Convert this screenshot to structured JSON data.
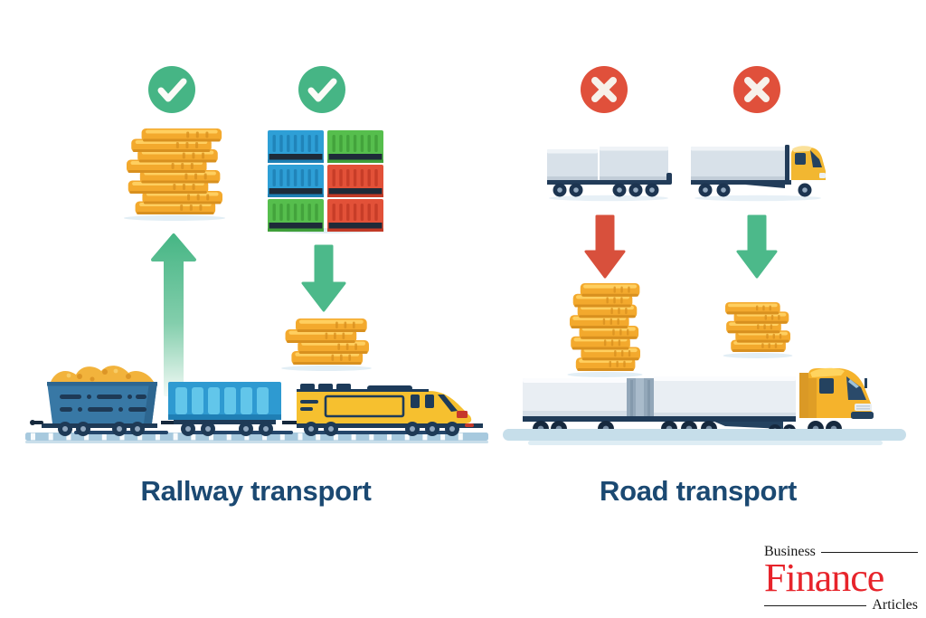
{
  "railway": {
    "title": "Rallway transport",
    "status": "approved",
    "status_icon": "check-circle",
    "status_icon_count": 2,
    "revenue_coins": 8,
    "cost_coins": 4,
    "container_grid": [
      [
        "blue",
        "green"
      ],
      [
        "blue",
        "red"
      ],
      [
        "green",
        "red"
      ]
    ],
    "vehicle": "freight-train"
  },
  "road": {
    "title": "Road transport",
    "status": "rejected",
    "status_icon": "cross-circle",
    "status_icon_count": 2,
    "cost_coins_high": 8,
    "cost_coins_low": 5,
    "vehicles": [
      "double-trailer-truck",
      "box-truck"
    ],
    "vehicle_large": "road-train-truck"
  },
  "logo": {
    "top": "Business",
    "name": "Finance",
    "bottom": "Articles"
  },
  "colors": {
    "approve_green": "#46B585",
    "reject_red": "#E0503B",
    "arrow_green": "#4CB98A",
    "arrow_red": "#D8503C",
    "title_navy": "#1B4972",
    "coin_gold": "#F3A92D",
    "coin_light": "#FFCF5F",
    "coin_dark": "#D8901F",
    "container_blue": "#2E9FD6",
    "container_green": "#56BE4D",
    "container_red": "#E25138",
    "logo_red": "#E7242B"
  }
}
